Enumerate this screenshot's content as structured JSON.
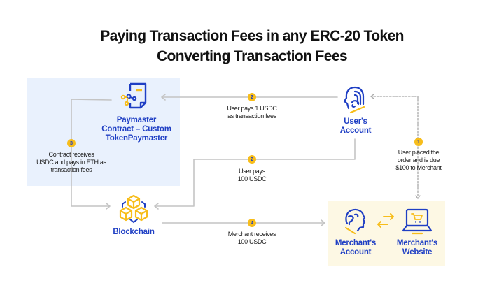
{
  "title": {
    "line1": "Paying Transaction Fees in any ERC-20 Token",
    "line2": "Converting Transaction Fees"
  },
  "colors": {
    "accent_blue": "#1f3fc4",
    "accent_yellow": "#f7bd1b",
    "paymaster_panel_bg": "#e9f1fd",
    "merchant_panel_bg": "#fdf8e4",
    "connector_gray": "#c4c4c4"
  },
  "nodes": {
    "paymaster": {
      "icon": "contract-document-icon",
      "label_lines": [
        "Paymaster",
        "Contract – Custom",
        "TokenPaymaster"
      ]
    },
    "user": {
      "icon": "user-head-icon",
      "label_lines": [
        "User's",
        "Account"
      ]
    },
    "blockchain": {
      "icon": "blockchain-cubes-icon",
      "label": "Blockchain"
    },
    "merchant_account": {
      "icon": "merchant-head-icon",
      "label_lines": [
        "Merchant's",
        "Account"
      ]
    },
    "merchant_website": {
      "icon": "laptop-cart-icon",
      "label_lines": [
        "Merchant's",
        "Website"
      ]
    }
  },
  "steps": [
    {
      "number": "1",
      "lines": [
        "User placed the",
        "order and is due",
        "$100 to Merchant"
      ]
    },
    {
      "number": "2",
      "lines": [
        "User pays 1 USDC",
        "as transaction fees"
      ]
    },
    {
      "number": "2",
      "lines": [
        "User pays",
        "100 USDC"
      ]
    },
    {
      "number": "3",
      "lines": [
        "Contract receives",
        "USDC and pays in ETH as",
        "transaction fees"
      ]
    },
    {
      "number": "4",
      "lines": [
        "Merchant receives",
        "100 USDC"
      ]
    }
  ]
}
